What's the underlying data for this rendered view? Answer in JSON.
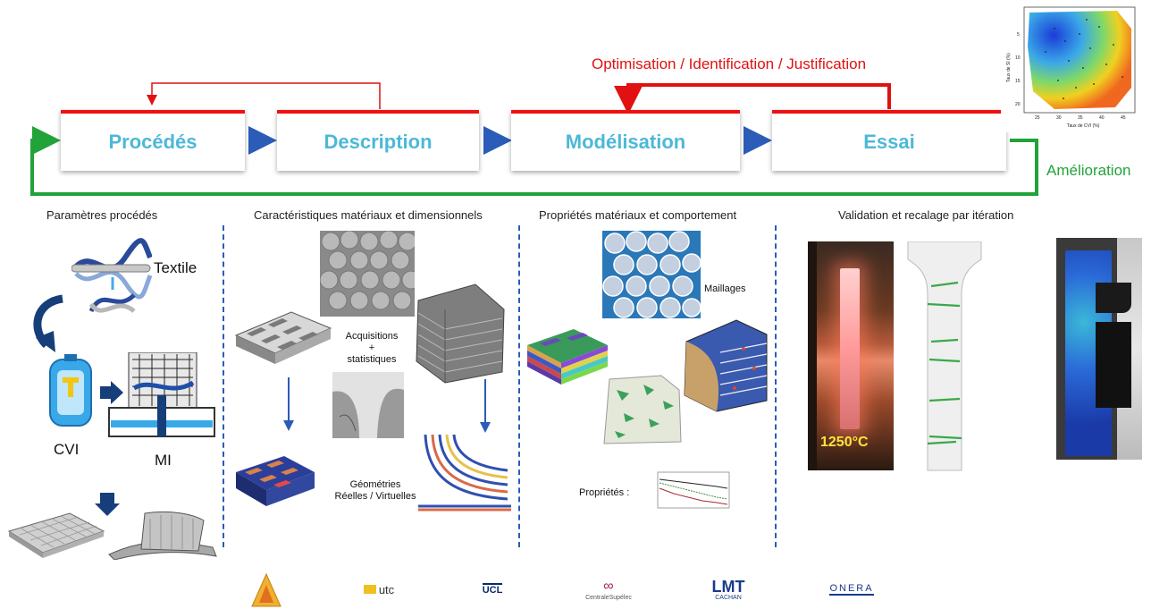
{
  "flow": {
    "feedback_label": "Optimisation / Identification / Justification",
    "improvement_label": "Amélioration",
    "stages": [
      "Procédés",
      "Description",
      "Modélisation",
      "Essai"
    ]
  },
  "columns": {
    "procedes": {
      "title": "Paramètres procédés",
      "textile": "Textile",
      "cvi": "CVI",
      "mi": "MI"
    },
    "caracteristiques": {
      "title": "Caractéristiques matériaux et dimensionnels",
      "acquisitions": "Acquisitions",
      "plus": "+",
      "statistiques": "statistiques",
      "geometries": "Géométries",
      "reelles": "Réelles / Virtuelles"
    },
    "proprietes": {
      "title": "Propriétés matériaux et comportement",
      "maillages": "Maillages",
      "proprietes_label": "Propriétés :"
    },
    "validation": {
      "title": "Validation et recalage par itération",
      "temperature": "1250°C"
    }
  },
  "heatmap": {
    "ylabel": "Taux de SI (%)",
    "xlabel": "Taux de CVI (%)",
    "x_ticks": [
      "25",
      "30",
      "35",
      "40",
      "45"
    ],
    "y_ticks": [
      "5",
      "10",
      "15",
      "20"
    ]
  },
  "logos": [
    "utc",
    "UCL",
    "CentraleSupélec",
    "CACHAN",
    "ONERA"
  ],
  "colors": {
    "stage_text": "#4db8d8",
    "feedback_red": "#e11111",
    "improvement_green": "#22a33a",
    "arrow_blue": "#2a5cb8"
  }
}
